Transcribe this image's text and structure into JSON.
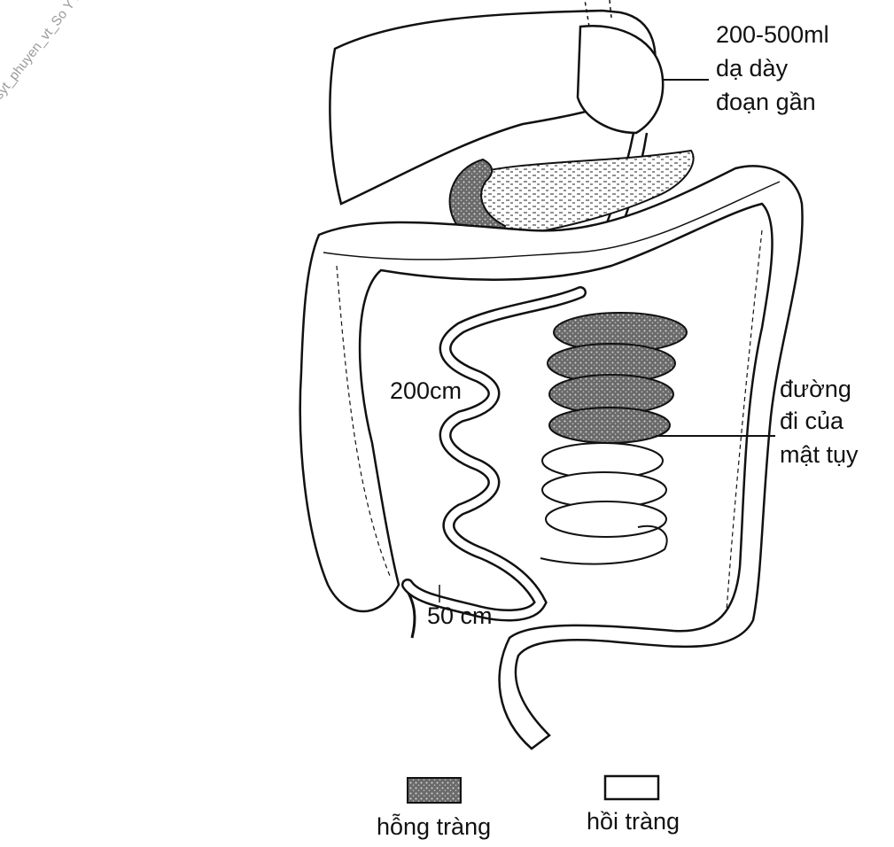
{
  "watermark": "syt_phuyen_vt_So Y te",
  "labels": {
    "stomach_volume": "200-500ml",
    "stomach_line1": "dạ dày",
    "stomach_line2": "đoạn gần",
    "length_200": "200cm",
    "length_50": "50 cm",
    "bile_line1": "đường",
    "bile_line2": "đi của",
    "bile_line3": "mật tụy"
  },
  "legend": {
    "jejunum": "hỗng tràng",
    "ileum": "hồi tràng"
  },
  "colors": {
    "outline": "#111111",
    "jejunum_fill": "#4a4a4a",
    "ileum_fill": "#ffffff"
  }
}
